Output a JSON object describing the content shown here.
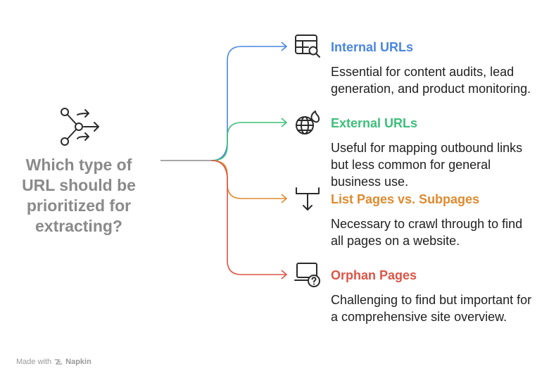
{
  "question": "Which type of URL should be prioritized for extracting?",
  "branches": [
    {
      "title": "Internal URLs",
      "description": "Essential for content audits, lead generation, and product monitoring.",
      "color": "#4a86e0",
      "icon": "table-search-icon"
    },
    {
      "title": "External URLs",
      "description": "Useful for mapping outbound links but less common for general business use.",
      "color": "#3dbf7a",
      "icon": "globe-fire-icon"
    },
    {
      "title": "List Pages vs. Subpages",
      "description": "Necessary to crawl through to find all pages on a website.",
      "color": "#e08a2e",
      "icon": "tray-down-arrow-icon"
    },
    {
      "title": "Orphan Pages",
      "description": "Challenging to find but important for a comprehensive site overview.",
      "color": "#dc5547",
      "icon": "laptop-question-icon"
    }
  ],
  "footer": {
    "prefix": "Made with",
    "brand": "Napkin"
  },
  "colors": {
    "question_text": "#8a8a8a",
    "stem": "#8a8a8a",
    "icon_stroke": "#2b2b2b"
  }
}
